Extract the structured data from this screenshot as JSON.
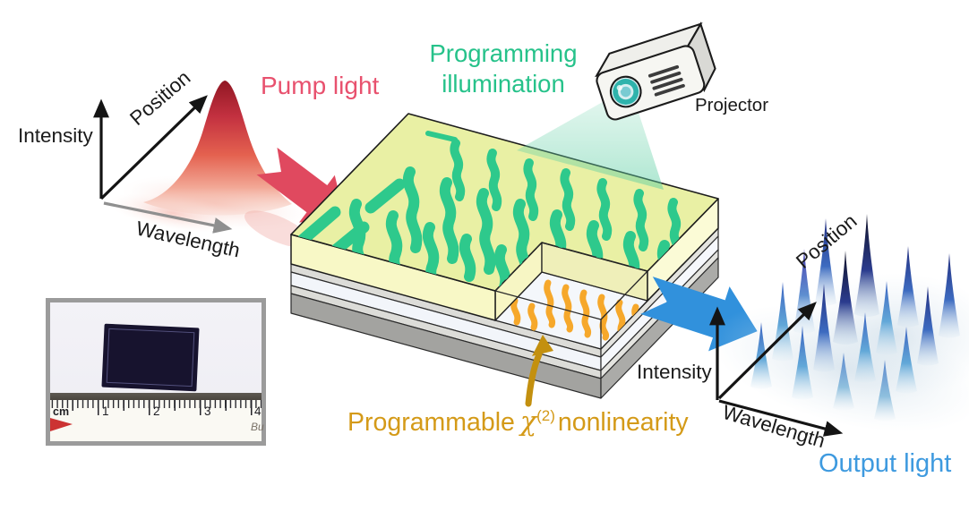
{
  "figure": {
    "pump_light": "Pump light",
    "programming_line1": "Programming",
    "programming_line2": "illumination",
    "projector": "Projector",
    "programmable_pre": "Programmable",
    "chi_symbol": "χ",
    "chi_superscript": "(2)",
    "programmable_post": "nonlinearity",
    "output_light": "Output light"
  },
  "input_plot": {
    "y_axis_label": "Intensity",
    "depth_axis_label": "Position",
    "x_axis_label": "Wavelength"
  },
  "output_plot": {
    "y_axis_label": "Intensity",
    "depth_axis_label": "Position",
    "x_axis_label": "Wavelength"
  },
  "photo": {
    "ruler_unit": "cm",
    "ruler_numbers": [
      "1",
      "2",
      "3",
      "4"
    ],
    "ruler_brand_partial": "Bu"
  },
  "colors": {
    "pump_text": "#E8516E",
    "programming_text": "#26C28A",
    "programmable_text": "#D49A18",
    "output_text": "#3E9ADF",
    "red_arrow": "#E0495F",
    "blue_arrow": "#3191DC",
    "orange_arrow": "#C3900F",
    "wave_green": "#2EC98C",
    "chip_top_surface": "#E9F0A4",
    "stripe_orange": "#F6A82B",
    "lens_teal": "#2FB3AC"
  }
}
